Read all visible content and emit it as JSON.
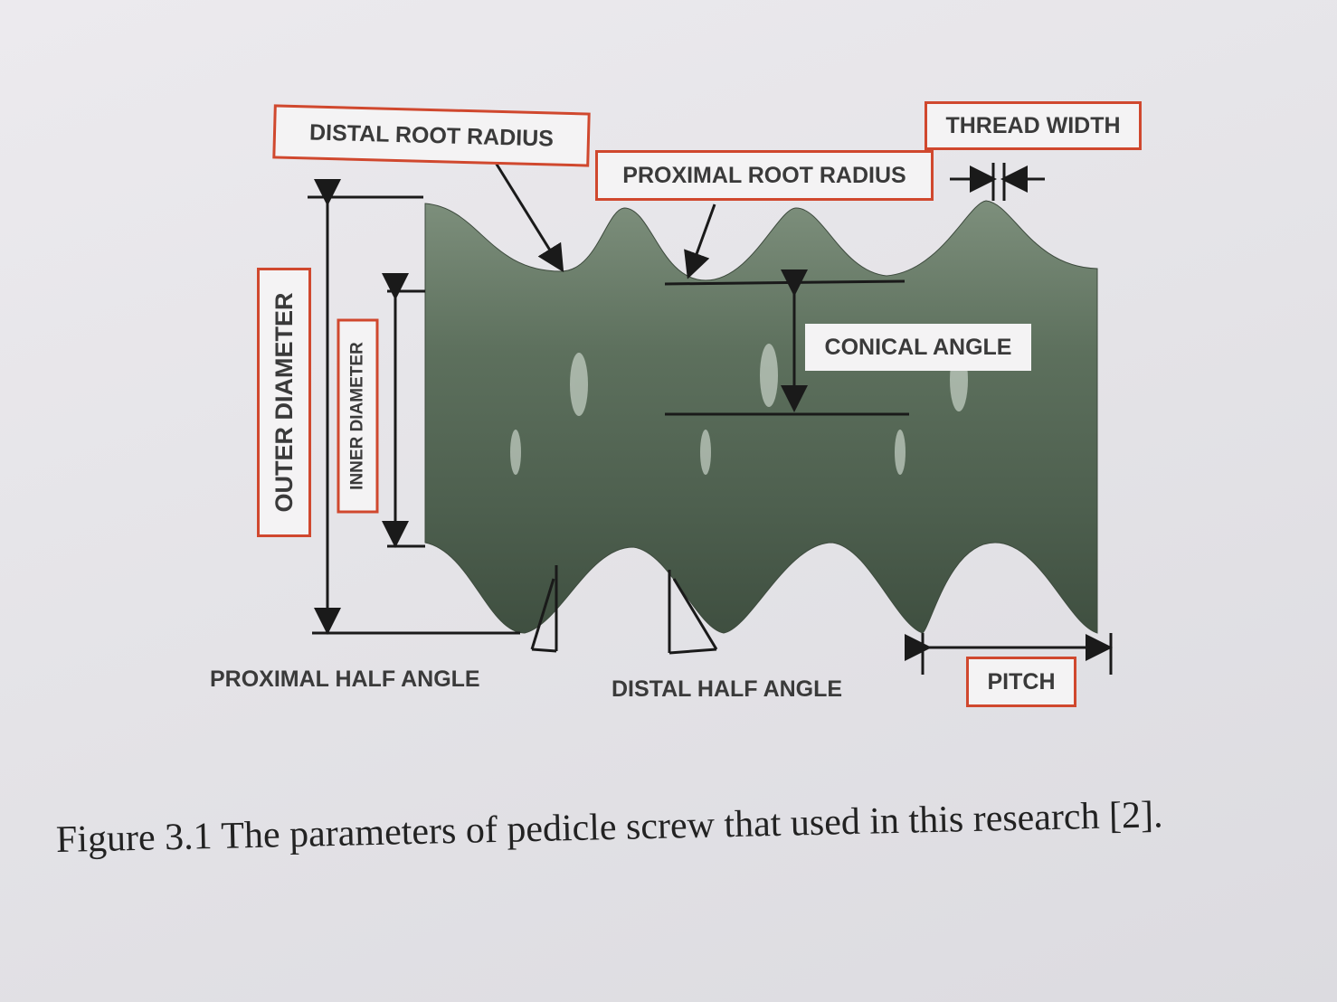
{
  "labels": {
    "distal_root_radius": "DISTAL ROOT RADIUS",
    "thread_width": "THREAD WIDTH",
    "proximal_root_radius": "PROXIMAL ROOT RADIUS",
    "conical_angle": "CONICAL ANGLE",
    "outer_diameter": "OUTER DIAMETER",
    "inner_diameter": "INNER DIAMETER",
    "proximal_half_angle": "PROXIMAL HALF ANGLE",
    "distal_half_angle": "DISTAL HALF ANGLE",
    "pitch": "PITCH"
  },
  "caption": "Figure 3.1 The parameters of pedicle screw that used in this research [2].",
  "colors": {
    "label_border": "#d0482e",
    "screw": "#5f725f"
  }
}
